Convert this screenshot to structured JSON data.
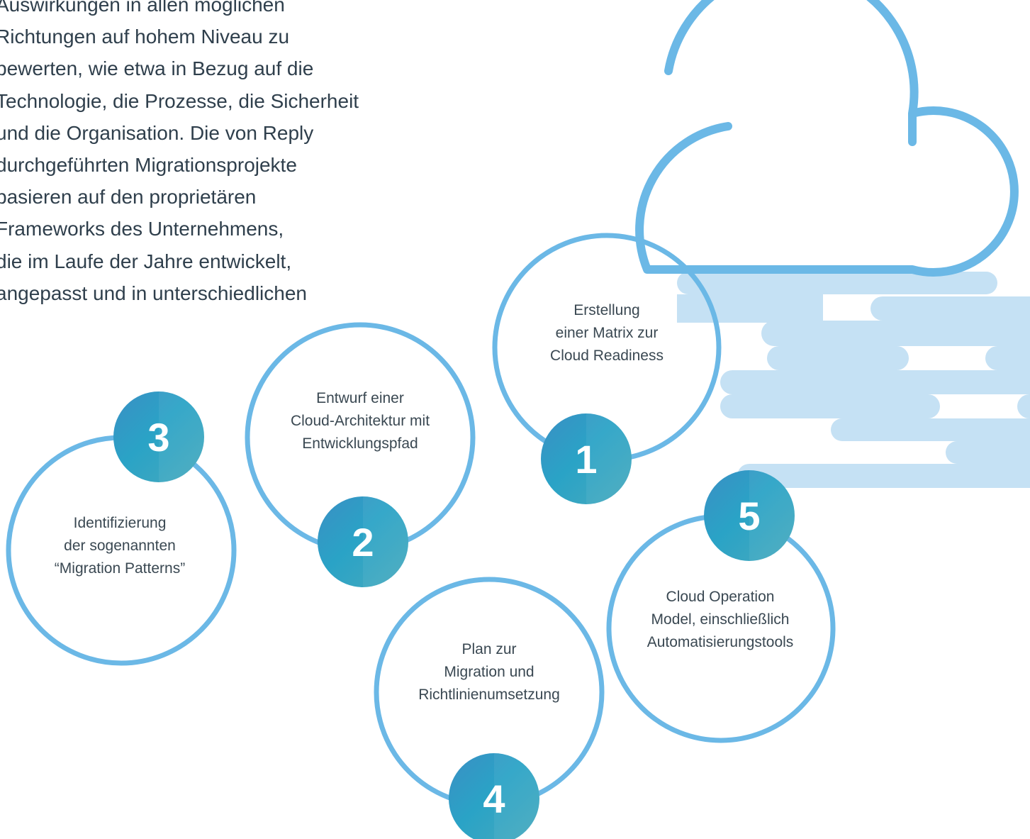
{
  "intro": {
    "lines": [
      "Auswirkungen in allen möglichen",
      "Richtungen auf hohem Niveau zu",
      "bewerten, wie etwa in Bezug auf die",
      "Technologie, die Prozesse, die Sicherheit",
      "und die Organisation. Die von Reply",
      "durchgeführten Migrationsprojekte",
      "basieren auf den proprietären",
      "Frameworks des Unternehmens,",
      "die im Laufe der Jahre entwickelt,",
      "angepasst und in unterschiedlichen"
    ]
  },
  "colors": {
    "ring": "#6bb8e6",
    "cloud_stripes": "#c5e1f4",
    "badge_gradient": [
      "#3a8fc4",
      "#2aa3c6",
      "#47a9bd"
    ],
    "text": "#3a4852"
  },
  "steps": [
    {
      "number": "1",
      "lines": [
        "Erstellung",
        "einer Matrix zur",
        "Cloud Readiness"
      ]
    },
    {
      "number": "2",
      "lines": [
        "Entwurf einer",
        "Cloud-Architektur mit",
        "Entwicklungspfad"
      ]
    },
    {
      "number": "3",
      "lines": [
        "Identifizierung",
        "der sogenannten",
        "“Migration Patterns”"
      ]
    },
    {
      "number": "4",
      "lines": [
        "Plan zur",
        "Migration und",
        "Richtlinienumsetzung"
      ]
    },
    {
      "number": "5",
      "lines": [
        "Cloud Operation",
        "Model, einschließlich",
        "Automatisierungstools"
      ]
    }
  ]
}
